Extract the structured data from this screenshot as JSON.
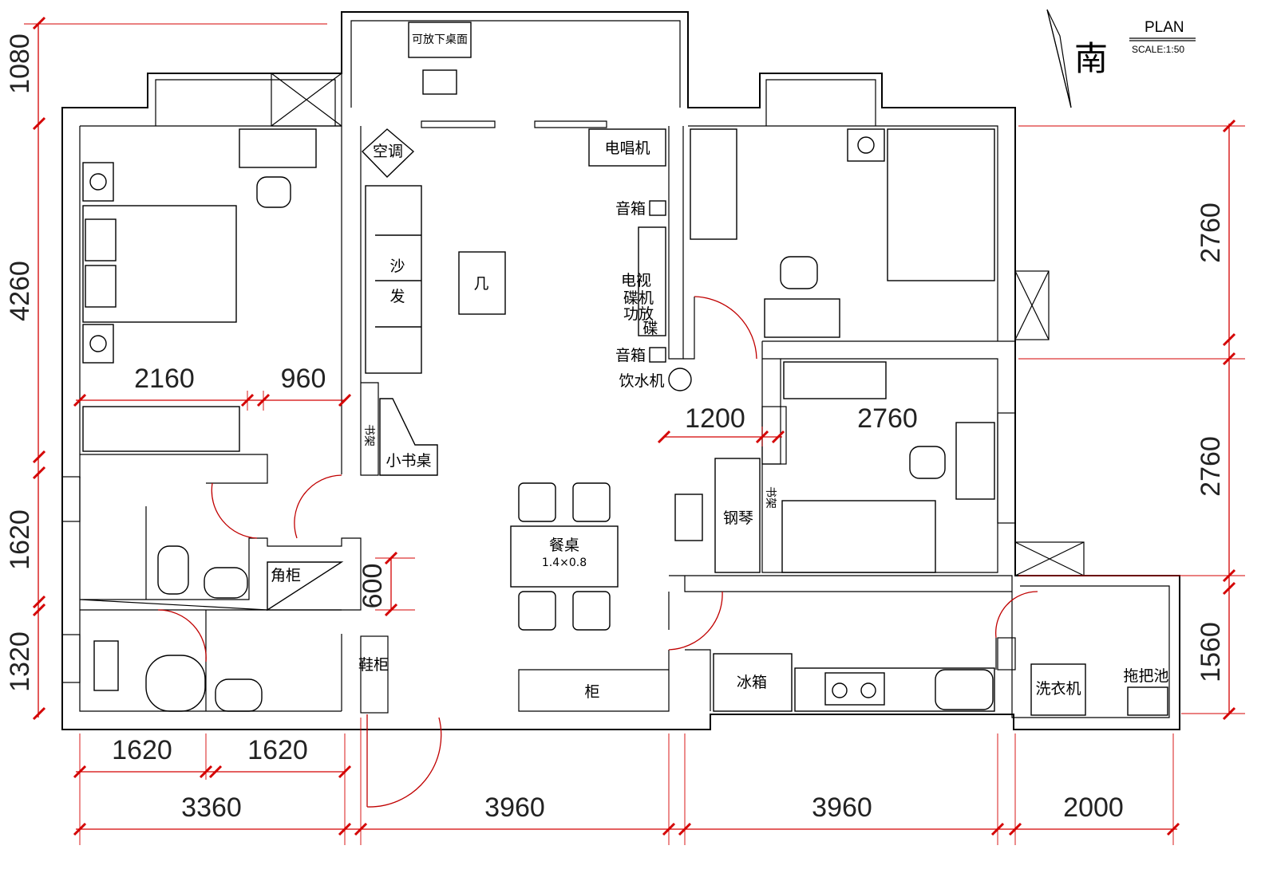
{
  "header": {
    "plan_title": "PLAN",
    "scale": "SCALE:1:50",
    "orientation": "南"
  },
  "dimensions": {
    "left": [
      "1080",
      "4260",
      "1620",
      "1320"
    ],
    "right": [
      "2760",
      "2760",
      "1560"
    ],
    "bottom_upper": [
      "1620",
      "1620"
    ],
    "bottom_lower": [
      "3360",
      "3960",
      "3960",
      "2000"
    ],
    "interior": [
      "2160",
      "960",
      "1200",
      "2760",
      "600"
    ]
  },
  "labels": {
    "desk_top": "可放下桌面",
    "aircon": "空调",
    "record_player": "电唱机",
    "speaker_top": "音箱",
    "speaker_bottom": "音箱",
    "tv": "电视",
    "cd_player": "碟机",
    "amplifier": "功放",
    "disc": "碟",
    "water_dispenser": "饮水机",
    "sofa_1": "沙",
    "sofa_2": "发",
    "coffee_table": "几",
    "bookshelf_left": "书架",
    "small_desk": "小书桌",
    "piano": "钢琴",
    "bookshelf_right": "书架",
    "dining_table": "餐桌",
    "dining_size": "1.4×0.8",
    "corner_cabinet": "角柜",
    "shoe_cabinet": "鞋柜",
    "cabinet": "柜",
    "fridge": "冰箱",
    "washer": "洗衣机",
    "mop_sink": "拖把池"
  }
}
